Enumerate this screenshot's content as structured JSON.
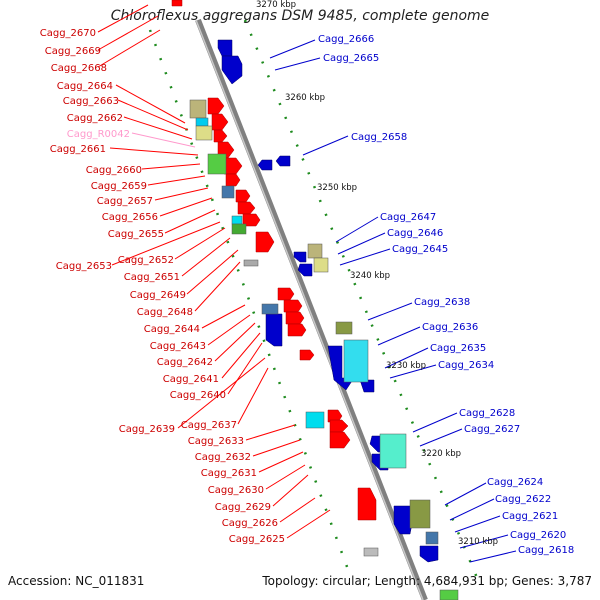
{
  "title": "Chloroflexus aggregans DSM 9485, complete genome",
  "accession": "Accession: NC_011831",
  "summary": "Topology: circular; Length: 4,684,931 bp; Genes: 3,787",
  "kbp_markers": [
    "3270 kbp",
    "3260 kbp",
    "3250 kbp",
    "3240 kbp",
    "3230 kbp",
    "3220 kbp",
    "3210 kbp"
  ],
  "left_labels": [
    "Cagg_2670",
    "Cagg_2669",
    "Cagg_2668",
    "Cagg_2664",
    "Cagg_2663",
    "Cagg_2662",
    "Cagg_R0042",
    "Cagg_2661",
    "Cagg_2660",
    "Cagg_2659",
    "Cagg_2657",
    "Cagg_2656",
    "Cagg_2655",
    "Cagg_2652",
    "Cagg_2653",
    "Cagg_2651",
    "Cagg_2649",
    "Cagg_2648",
    "Cagg_2644",
    "Cagg_2643",
    "Cagg_2642",
    "Cagg_2641",
    "Cagg_2640",
    "Cagg_2637",
    "Cagg_2639",
    "Cagg_2633",
    "Cagg_2632",
    "Cagg_2631",
    "Cagg_2630",
    "Cagg_2629",
    "Cagg_2626",
    "Cagg_2625"
  ],
  "right_labels": [
    "Cagg_2666",
    "Cagg_2665",
    "Cagg_2658",
    "Cagg_2647",
    "Cagg_2646",
    "Cagg_2645",
    "Cagg_2638",
    "Cagg_2636",
    "Cagg_2635",
    "Cagg_2634",
    "Cagg_2628",
    "Cagg_2627",
    "Cagg_2624",
    "Cagg_2622",
    "Cagg_2621",
    "Cagg_2620",
    "Cagg_2618"
  ],
  "colors": {
    "forward_strand": "#ff0000",
    "reverse_strand": "#0000cc",
    "rna_gene": "#ff99cc",
    "backbone": "#888888",
    "tick": "#228b22"
  }
}
